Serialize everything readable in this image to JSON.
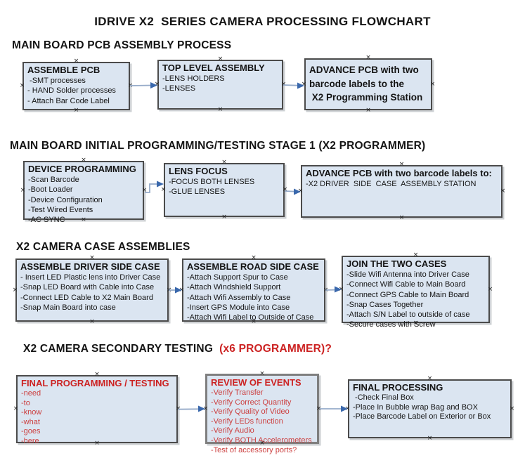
{
  "title": "IDRIVE X2  SERIES CAMERA PROCESSING FLOWCHART",
  "colors": {
    "text": "#141414",
    "box_fill": "#dbe5f1",
    "box_border": "#4b4b4b",
    "accent_red": "#cc2222",
    "red_item": "#cc4040",
    "arrow_line": "#96abc9",
    "arrow_head": "#3a68ac"
  },
  "sections": [
    {
      "heading": "MAIN BOARD PCB ASSEMBLY PROCESS",
      "boxes": [
        {
          "title": "ASSEMBLE PCB",
          "items": [
            " -SMT processes",
            "- HAND Solder processes",
            "- Attach Bar Code Label"
          ]
        },
        {
          "title": "TOP LEVEL ASSEMBLY",
          "items": [
            "-LENS HOLDERS",
            "-LENSES"
          ]
        },
        {
          "title_lines": [
            "ADVANCE PCB with two",
            "barcode labels to the",
            " X2 Programming Station"
          ]
        }
      ]
    },
    {
      "heading": "MAIN BOARD INITIAL PROGRAMMING/TESTING STAGE 1 (X2 PROGRAMMER)",
      "boxes": [
        {
          "title": "DEVICE PROGRAMMING",
          "items": [
            "-Scan Barcode",
            "-Boot Loader",
            "-Device Configuration",
            "-Test Wired Events",
            "-AC SYNC"
          ]
        },
        {
          "title": "LENS FOCUS",
          "items": [
            "-FOCUS BOTH LENSES",
            "-GLUE LENSES"
          ]
        },
        {
          "title": "ADVANCE PCB with two barcode labels to:",
          "items": [
            "-X2 DRIVER  SIDE  CASE  ASSEMBLY STATION"
          ]
        }
      ]
    },
    {
      "heading": "X2 CAMERA CASE ASSEMBLIES",
      "boxes": [
        {
          "title": "ASSEMBLE DRIVER SIDE CASE",
          "items": [
            "- Insert LED Plastic lens into Driver Case",
            "-Snap LED Board with Cable into Case",
            "-Connect LED Cable to X2 Main Board",
            "-Snap Main Board into case"
          ]
        },
        {
          "title": "ASSEMBLE ROAD SIDE CASE",
          "items": [
            "-Attach Support Spur to Case",
            "-Attach Windshield Support",
            "-Attach Wifi Assembly to Case",
            "-Insert GPS Module into Case",
            "-Attach Wifi Label to Outside of Case"
          ]
        },
        {
          "title": "JOIN THE TWO CASES",
          "items": [
            "-Slide Wifi Antenna into Driver Case",
            "-Connect Wifi Cable to Main Board",
            "-Connect GPS Cable to Main Board",
            "-Snap Cases Together",
            "-Attach S/N Label to outside of case",
            "-Secure cases with Screw"
          ]
        }
      ]
    },
    {
      "heading": "X2 CAMERA SECONDARY TESTING  ",
      "heading_highlight": "(x6 PROGRAMMER)?",
      "boxes": [
        {
          "title": "FINAL PROGRAMMING / TESTING",
          "items": [
            "-need",
            "-to",
            "-know",
            "-what",
            "-goes",
            "-here"
          ]
        },
        {
          "title": "REVIEW OF EVENTS",
          "items": [
            "-Verify Transfer",
            "-Verify Correct Quantity",
            "-Verify Quality of Video",
            "-Verify LEDs function",
            "-Verify Audio",
            "-Verify BOTH Accelerometers",
            "-Test of accessory ports?"
          ]
        },
        {
          "title": "FINAL PROCESSING",
          "items": [
            " -Check Final Box",
            "-Place In Bubble wrap Bag and BOX",
            "-Place Barcode Label on Exterior or Box"
          ]
        }
      ]
    }
  ]
}
